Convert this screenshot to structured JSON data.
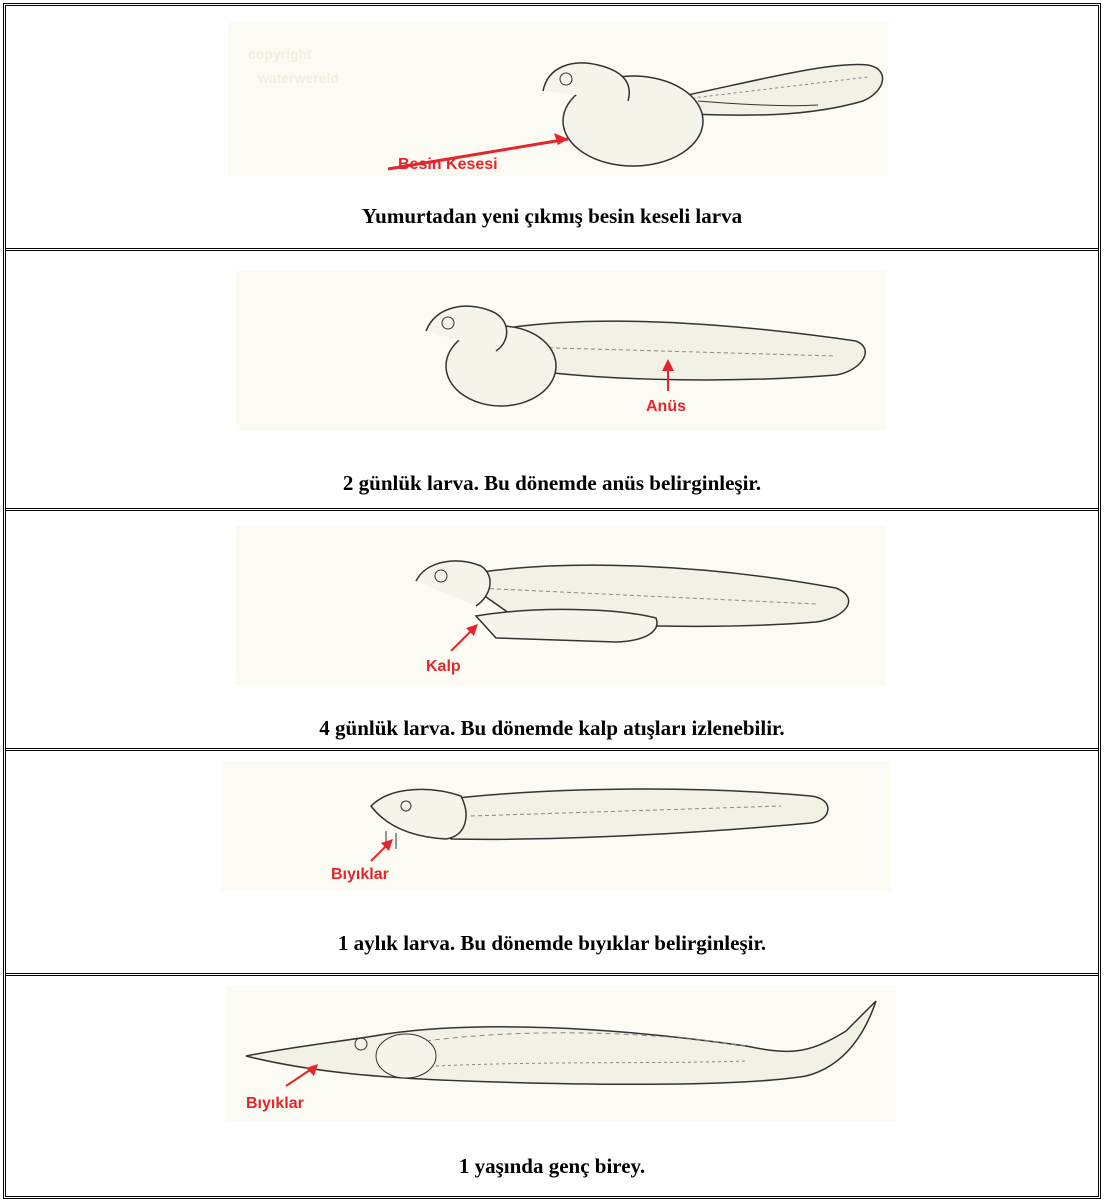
{
  "stages": [
    {
      "watermark_lines": [
        "copyright",
        "waterwereld"
      ],
      "label": "Besin Kesesi",
      "caption": "Yumurtadan yeni çıkmış besin keseli larva"
    },
    {
      "label": "Anüs",
      "caption": "2 günlük larva. Bu dönemde anüs belirginleşir."
    },
    {
      "label": "Kalp",
      "caption": "4 günlük larva. Bu dönemde kalp atışları izlenebilir."
    },
    {
      "label": "Bıyıklar",
      "caption": "1 aylık larva. Bu dönemde bıyıklar belirginleşir."
    },
    {
      "label": "Bıyıklar",
      "caption": "1 yaşında genç birey."
    }
  ],
  "colors": {
    "label_red": "#e4262c",
    "border": "#000000",
    "figure_bg": "#fbfaf3"
  }
}
